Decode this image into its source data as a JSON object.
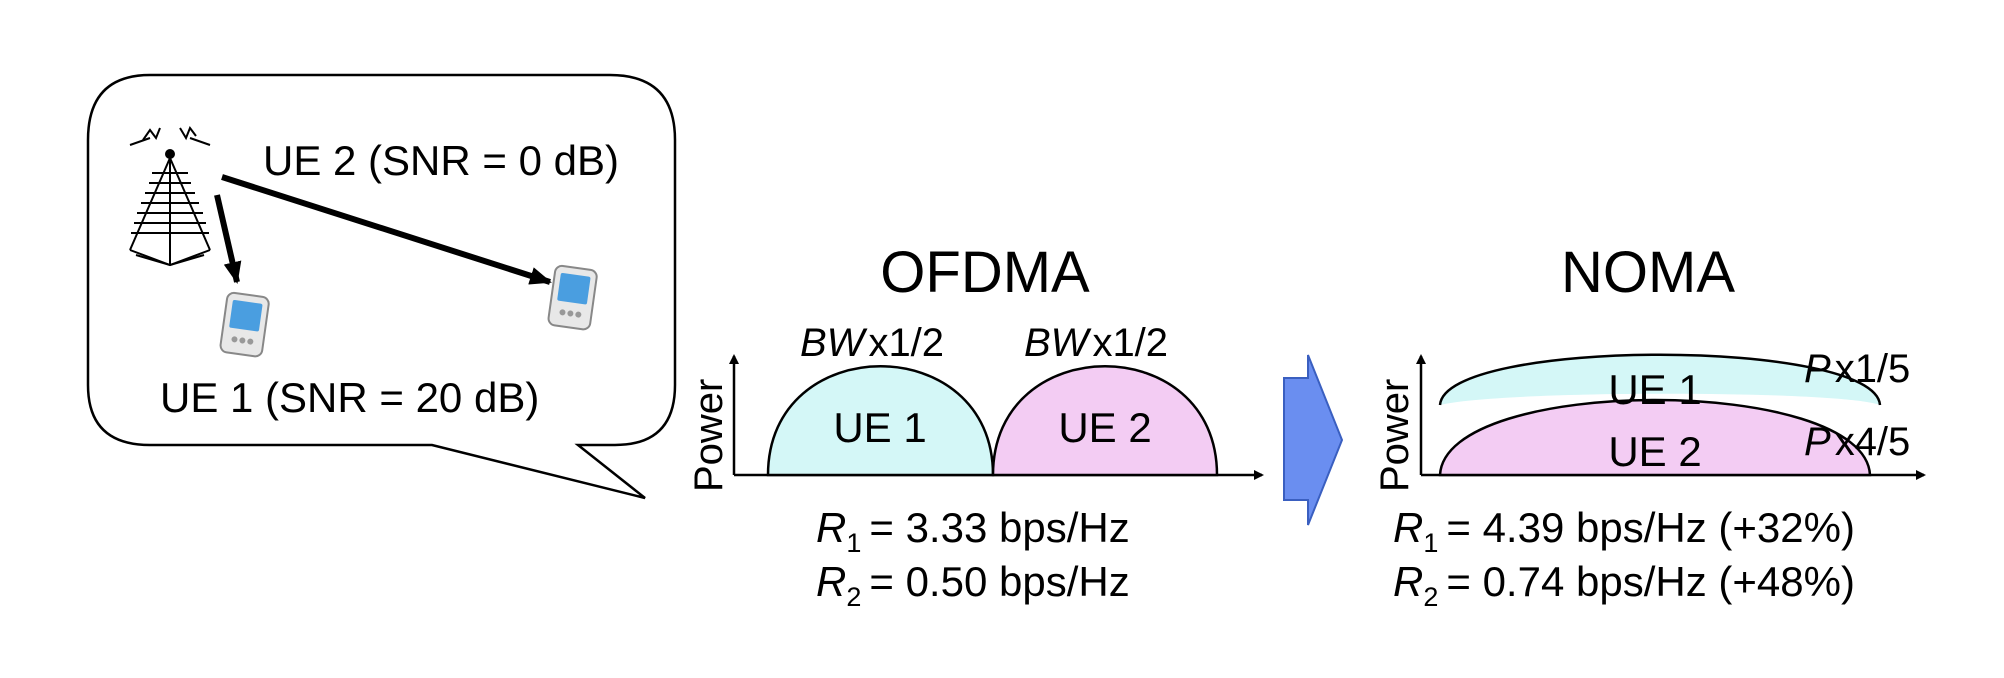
{
  "bubble": {
    "ue2_label": "UE 2 (SNR = 0 dB)",
    "ue1_label": "UE 1 (SNR = 20 dB)"
  },
  "ofdma": {
    "title": "OFDMA",
    "y_axis_label": "Power",
    "ue1_label": "UE 1",
    "ue2_label": "UE 2",
    "bw_symbol": "BW",
    "bw_factor": "x1/2",
    "r1_symbol": "R",
    "r1_sub": "1",
    "r1_value": "= 3.33 bps/Hz",
    "r2_symbol": "R",
    "r2_sub": "2",
    "r2_value": "= 0.50 bps/Hz"
  },
  "noma": {
    "title": "NOMA",
    "y_axis_label": "Power",
    "ue1_label": "UE 1",
    "ue2_label": "UE 2",
    "p_symbol": "P",
    "p_ue1_factor": "x1/5",
    "p_ue2_factor": "x4/5",
    "r1_symbol": "R",
    "r1_sub": "1",
    "r1_value": "= 4.39 bps/Hz (+32%)",
    "r2_symbol": "R",
    "r2_sub": "2",
    "r2_value": "= 0.74 bps/Hz (+48%)"
  },
  "colors": {
    "ue1_fill": "#d4f7f7",
    "ue2_fill": "#f3ccf3",
    "arrow_fill": "#6a8ef0",
    "phone_screen": "#4a9ee0"
  }
}
